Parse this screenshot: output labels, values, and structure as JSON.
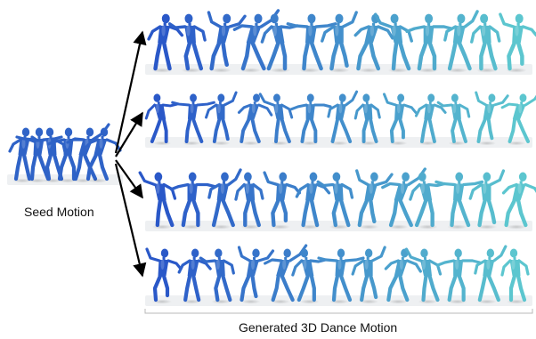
{
  "labels": {
    "seed": "Seed Motion",
    "output": "Generated 3D Dance Motion"
  },
  "colors": {
    "seed_figure": "#2f63c7",
    "palette_start": "#2a58c8",
    "palette_end": "#5cc6cf",
    "arrow": "#000000",
    "floor": "#eef0f2",
    "bracket": "#b8b8b8"
  },
  "figure_icon": "3d-human-mesh",
  "rows": [
    {
      "name": "generated-sequence-1",
      "figures": 13
    },
    {
      "name": "generated-sequence-2",
      "figures": 13
    },
    {
      "name": "generated-sequence-3",
      "figures": 13
    },
    {
      "name": "generated-sequence-4",
      "figures": 13
    }
  ],
  "seed": {
    "name": "seed-motion-overlay",
    "figures": 6
  }
}
